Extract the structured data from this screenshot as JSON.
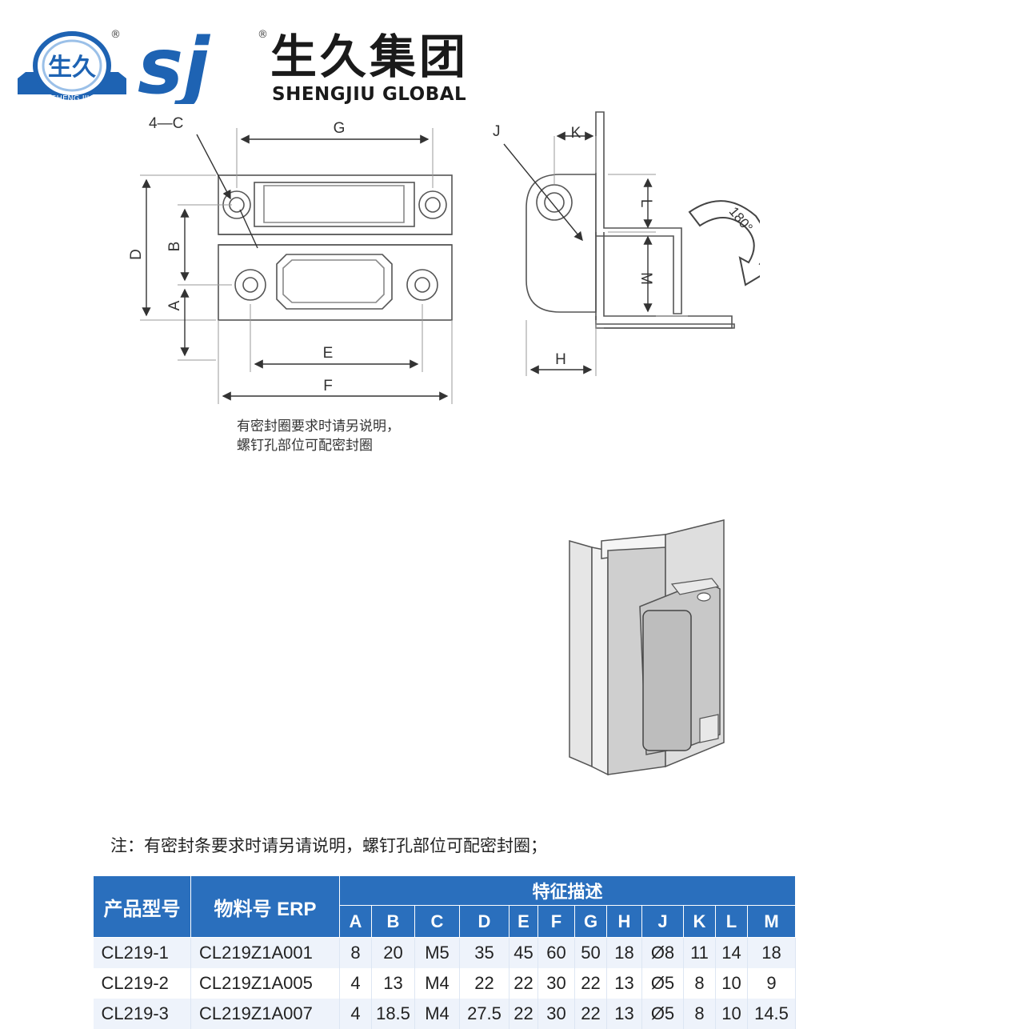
{
  "brand": {
    "badge_text": "生久",
    "badge_sub": "SHENG JIU",
    "sj_mark": "sj",
    "registered": "®",
    "name_cn": "生久集团",
    "name_en": "SHENGJIU GLOBAL"
  },
  "drawing": {
    "labels": {
      "A": "A",
      "B": "B",
      "C": "4—C",
      "D": "D",
      "E": "E",
      "F": "F",
      "G": "G",
      "H": "H",
      "J": "J",
      "K": "K",
      "L": "L",
      "M": "M",
      "angle": "180°"
    },
    "note_line1": "有密封圈要求时请另说明，",
    "note_line2": "螺钉孔部位可配密封圈"
  },
  "note": "注：有密封条要求时请另请说明，螺钉孔部位可配密封圈；",
  "table": {
    "col_model": "产品型号",
    "col_erp": "物料号 ERP",
    "group": "特征描述",
    "dims": [
      "A",
      "B",
      "C",
      "D",
      "E",
      "F",
      "G",
      "H",
      "J",
      "K",
      "L",
      "M"
    ],
    "rows": [
      {
        "model": "CL219-1",
        "erp": "CL219Z1A001",
        "vals": [
          "8",
          "20",
          "M5",
          "35",
          "45",
          "60",
          "50",
          "18",
          "Ø8",
          "11",
          "14",
          "18"
        ]
      },
      {
        "model": "CL219-2",
        "erp": "CL219Z1A005",
        "vals": [
          "4",
          "13",
          "M4",
          "22",
          "22",
          "30",
          "22",
          "13",
          "Ø5",
          "8",
          "10",
          "9"
        ]
      },
      {
        "model": "CL219-3",
        "erp": "CL219Z1A007",
        "vals": [
          "4",
          "18.5",
          "M4",
          "27.5",
          "22",
          "30",
          "22",
          "13",
          "Ø5",
          "8",
          "10",
          "14.5"
        ]
      }
    ]
  },
  "colors": {
    "header_blue": "#2a6fbd",
    "row_tint": "#eef3fb",
    "logo_blue": "#1e63b3"
  }
}
